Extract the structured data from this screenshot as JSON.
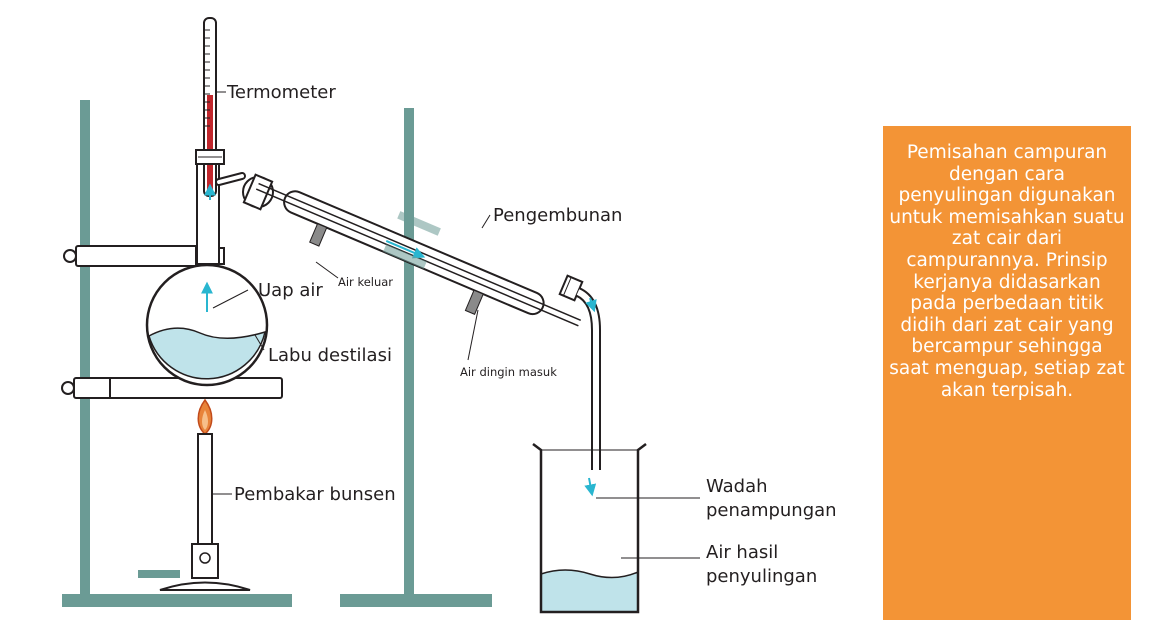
{
  "labels": {
    "termometer": "Termometer",
    "pengembunan": "Pengembunan",
    "uap_air": "Uap air",
    "air_keluar": "Air keluar",
    "labu_destilasi": "Labu destilasi",
    "air_dingin_masuk": "Air dingin masuk",
    "wadah_1": "Wadah",
    "wadah_2": "penampungan",
    "air_hasil_1": "Air hasil",
    "air_hasil_2": "penyulingan",
    "pembakar_bunsen": "Pembakar bunsen"
  },
  "info": {
    "text": "Pemisahan campuran dengan cara penyulingan digunakan untuk memisahkan suatu zat cair dari campurannya. Prinsip kerjanya didasarkan pada perbedaan titik didih dari zat cair yang bercampur sehingga saat menguap, setiap zat akan terpisah."
  },
  "colors": {
    "stand": "#6b9b95",
    "liquid": "#bfe3ea",
    "arrow": "#29b6d0",
    "thermometer_fill": "#c1272d",
    "flame": "#e8843a",
    "info_bg": "#f39436"
  }
}
